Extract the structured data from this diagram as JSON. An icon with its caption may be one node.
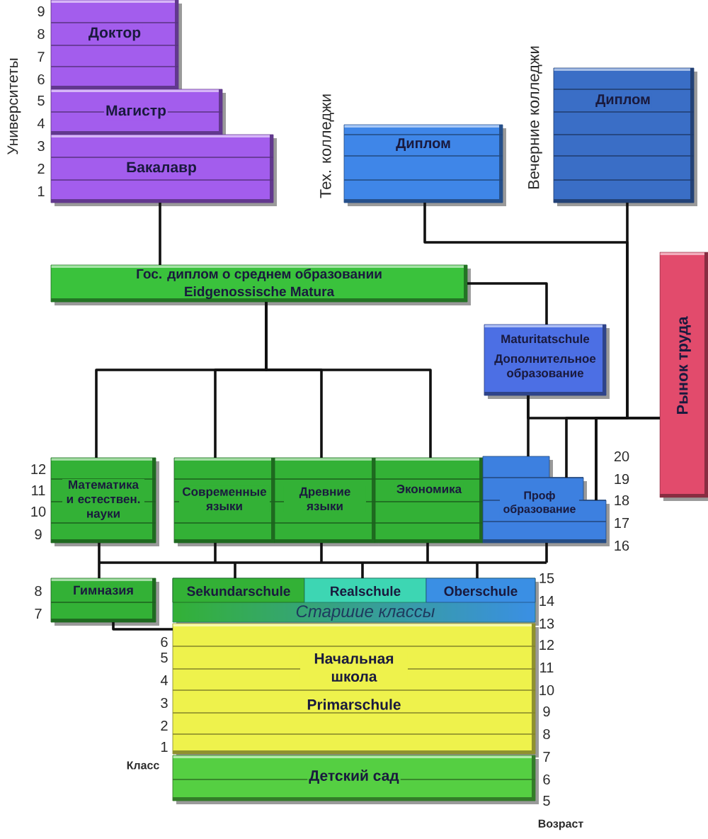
{
  "diagram": {
    "nodes": [
      {
        "text": [
          "Доктор"
        ]
      },
      {
        "text": [
          "Магистр"
        ]
      },
      {
        "text": [
          "Бакалавр"
        ]
      },
      {
        "text": [
          "Диплом"
        ],
        "beside": [
          "Тех. колледжи"
        ]
      },
      {
        "text": [
          "Диплом"
        ],
        "beside": [
          "Вечерние колледжи"
        ]
      },
      {
        "text": [
          "Гос. диплом о среднем образовании",
          "Eidgenossische Matura"
        ]
      },
      {
        "text": [
          "Рынок труда"
        ]
      },
      {
        "text": [
          "Maturitatschule",
          "Дополнительное образование"
        ]
      },
      {
        "text": [
          "Математика и естествен. науки"
        ]
      },
      {
        "text": [
          "Современные языки"
        ]
      },
      {
        "text": [
          "Древние языки"
        ]
      },
      {
        "text": [
          "Экономика"
        ]
      },
      {
        "text": [
          "Проф образование"
        ]
      },
      {
        "text": [
          "Гимназия"
        ]
      },
      {
        "text": [
          "Старшие классы"
        ]
      },
      {
        "text": [
          "Sekundarschule"
        ],
        "in": 14
      },
      {
        "text": [
          "Realschule"
        ],
        "in": 14
      },
      {
        "text": [
          "Oberschule"
        ],
        "in": 14
      },
      {
        "text": [
          "Начальная школа",
          "Primarschule"
        ]
      },
      {
        "text": [
          "Детский сад"
        ]
      }
    ],
    "edges": [
      {
        "from": 5,
        "to": 2,
        "arrow": "none"
      },
      {
        "from": 5,
        "to": 7,
        "arrow": "none"
      },
      {
        "from": 8,
        "to": 5,
        "arrow": "none"
      },
      {
        "from": 9,
        "to": 5,
        "arrow": "none"
      },
      {
        "from": 10,
        "to": 5,
        "arrow": "none"
      },
      {
        "from": 11,
        "to": 5,
        "arrow": "none"
      },
      {
        "from": 7,
        "to": 6,
        "arrow": "none"
      },
      {
        "from": 12,
        "to": 7,
        "arrow": "none"
      },
      {
        "from": 12,
        "to": 6,
        "arrow": "none"
      },
      {
        "from": 12,
        "to": 4,
        "arrow": "none"
      },
      {
        "from": 12,
        "to": 3,
        "arrow": "none"
      },
      {
        "from": 13,
        "to": 8,
        "arrow": "none"
      },
      {
        "from": 13,
        "to": 9,
        "arrow": "none"
      },
      {
        "from": 13,
        "to": 10,
        "arrow": "none"
      },
      {
        "from": 13,
        "to": 11,
        "arrow": "none"
      },
      {
        "from": 13,
        "to": 12,
        "arrow": "none"
      },
      {
        "from": 15,
        "to": 8,
        "arrow": "none"
      },
      {
        "from": 15,
        "to": 9,
        "arrow": "none"
      },
      {
        "from": 15,
        "to": 10,
        "arrow": "none"
      },
      {
        "from": 15,
        "to": 11,
        "arrow": "none"
      },
      {
        "from": 15,
        "to": 12,
        "arrow": "none"
      },
      {
        "from": 16,
        "to": 8,
        "arrow": "none"
      },
      {
        "from": 16,
        "to": 9,
        "arrow": "none"
      },
      {
        "from": 16,
        "to": 10,
        "arrow": "none"
      },
      {
        "from": 16,
        "to": 11,
        "arrow": "none"
      },
      {
        "from": 16,
        "to": 12,
        "arrow": "none"
      },
      {
        "from": 17,
        "to": 8,
        "arrow": "none"
      },
      {
        "from": 17,
        "to": 9,
        "arrow": "none"
      },
      {
        "from": 17,
        "to": 10,
        "arrow": "none"
      },
      {
        "from": 17,
        "to": 11,
        "arrow": "none"
      },
      {
        "from": 17,
        "to": 12,
        "arrow": "none"
      },
      {
        "from": 18,
        "to": 13,
        "arrow": "none"
      }
    ],
    "labels": [
      "Университеты",
      "9",
      "8",
      "7",
      "6",
      "5",
      "4",
      "3",
      "2",
      "1",
      "12",
      "11",
      "10",
      "9",
      "20",
      "19",
      "18",
      "17",
      "16",
      "8",
      "7",
      "15",
      "14",
      "13",
      "6",
      "5",
      "4",
      "3",
      "2",
      "1",
      "12",
      "11",
      "10",
      "9",
      "8",
      "7",
      "6",
      "5",
      "Класс",
      "Возраст"
    ]
  }
}
